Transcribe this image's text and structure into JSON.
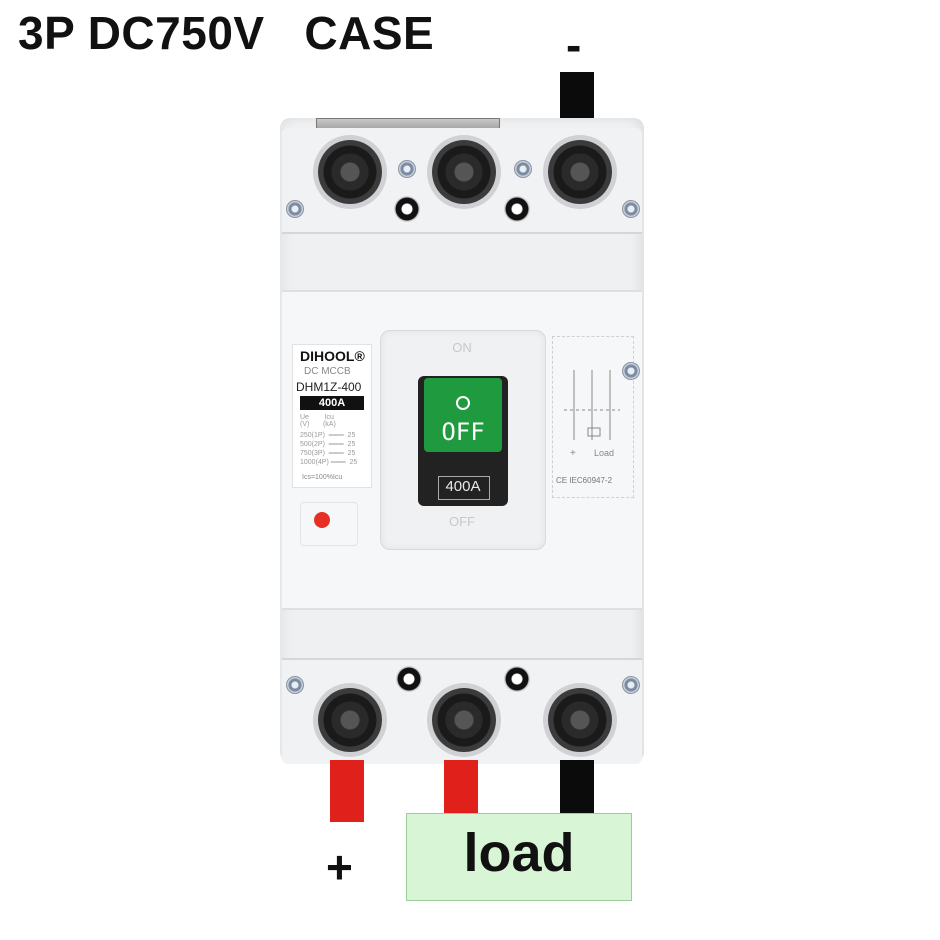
{
  "title": "3P DC750V   CASE",
  "labels": {
    "minus": "-",
    "plus": "+",
    "load": "load"
  },
  "breaker": {
    "brand": "DIHOOL®",
    "subtype": "DC MCCB",
    "model": "DHM1Z-400",
    "rating": "400A",
    "spec_header": "Ue        Icu\n(V)       (kA)",
    "spec_rows": [
      "250(1P)  ═══  25",
      "500(2P)  ═══  25",
      "750(3P)  ═══  25",
      "1000(4P) ═══  25"
    ],
    "ics": "Ics=100%Icu",
    "handle_on": "ON",
    "handle_off": "OFF",
    "handle_text": "OFF",
    "handle_rating": "400A",
    "diagram_plus": "+",
    "diagram_load": "Load",
    "cert": "CE IEC60947-2"
  },
  "colors": {
    "wire_positive": "#e0201a",
    "wire_negative": "#0b0b0b",
    "handle_green": "#1f9a3e",
    "load_box": "#d8f6d6"
  }
}
